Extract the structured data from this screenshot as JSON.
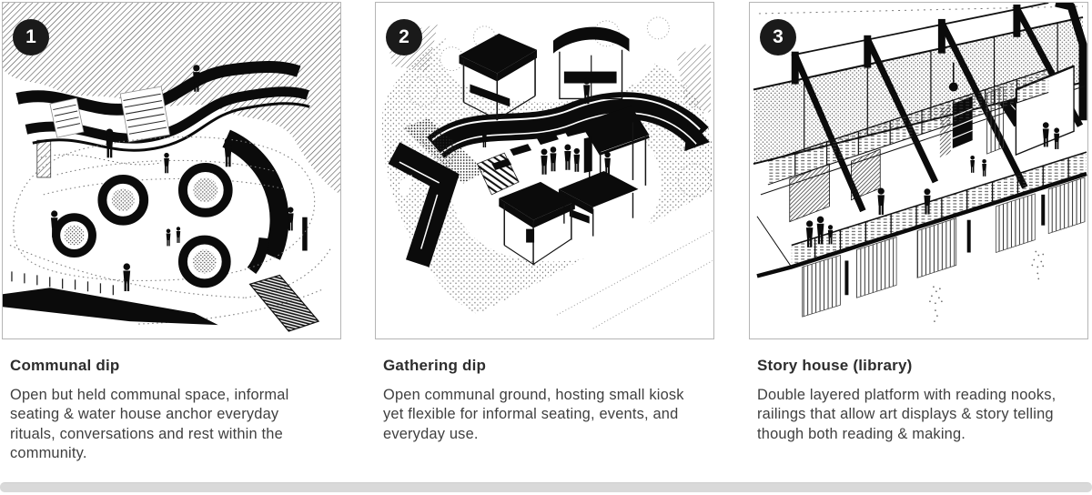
{
  "window": {
    "background": "#ffffff",
    "bottom_bar_color": "#d9d9d9"
  },
  "panels": [
    {
      "number": "1",
      "title": "Communal dip",
      "description": "Open but held communal space, informal seating & water house anchor everyday rituals, conversations and rest within the community.",
      "drawing": "axonometric-communal-dip"
    },
    {
      "number": "2",
      "title": "Gathering dip",
      "description": "Open communal ground, hosting small kiosk yet flexible for informal seating, events, and everyday use.",
      "drawing": "axonometric-gathering-dip"
    },
    {
      "number": "3",
      "title": "Story house (library)",
      "description": "Double layered platform with reading nooks, railings that allow art displays & story telling though both reading & making.",
      "drawing": "axonometric-story-house"
    }
  ],
  "colors": {
    "ink": "#0b0b0b",
    "title_text": "#2d2d2d",
    "body_text": "#3f3f3f",
    "panel_border": "#b5b5b5",
    "badge_bg": "#1a1a1a",
    "badge_text": "#ffffff"
  }
}
